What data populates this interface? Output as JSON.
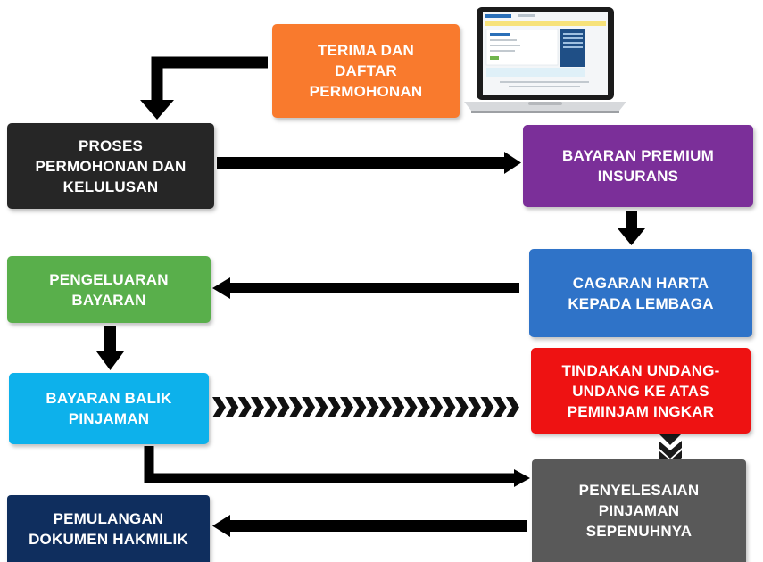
{
  "steps": {
    "terima": {
      "lines": [
        "TERIMA DAN",
        "DAFTAR",
        "PERMOHONAN"
      ],
      "color": "#F97A2D"
    },
    "proses": {
      "lines": [
        "PROSES",
        "PERMOHONAN DAN",
        "KELULUSAN"
      ],
      "color": "#262626"
    },
    "bayaran_premium": {
      "lines": [
        "BAYARAN PREMIUM",
        "INSURANS"
      ],
      "color": "#7B2F99"
    },
    "cagaran": {
      "lines": [
        "CAGARAN HARTA",
        "KEPADA LEMBAGA"
      ],
      "color": "#2F73C8"
    },
    "pengeluaran": {
      "lines": [
        "PENGELUARAN",
        "BAYARAN"
      ],
      "color": "#59AF4B"
    },
    "bayaran_balik": {
      "lines": [
        "BAYARAN BALIK",
        "PINJAMAN"
      ],
      "color": "#0DB1EB"
    },
    "tindakan": {
      "lines": [
        "TINDAKAN UNDANG-",
        "UNDANG KE ATAS",
        "PEMINJAM INGKAR"
      ],
      "color": "#EE1212"
    },
    "penyelesaian": {
      "lines": [
        "PENYELESAIAN",
        "PINJAMAN",
        "SEPENUHNYA"
      ],
      "color": "#595959"
    },
    "pemulangan": {
      "lines": [
        "PEMULANGAN",
        "DOKUMEN HAKMILIK"
      ],
      "color": "#0F2E5E"
    }
  },
  "arrow_color": "#000000",
  "illustration": {
    "name": "laptop-icon"
  }
}
